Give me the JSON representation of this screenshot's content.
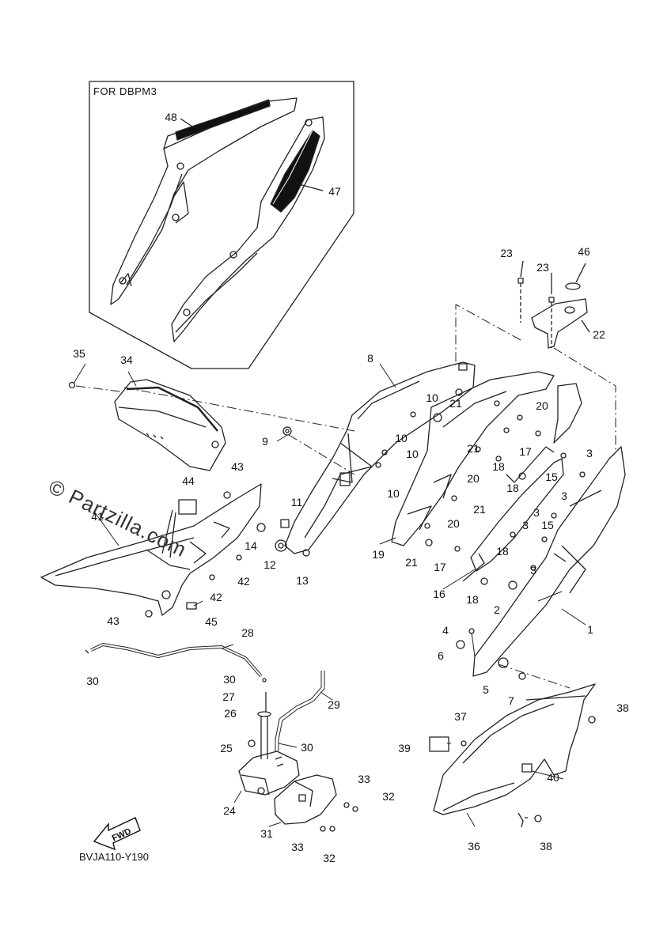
{
  "inset": {
    "title": "FOR DBPM3"
  },
  "watermark": "© Partzilla.com",
  "diagram_code": "BVJA110-Y190",
  "fwd_label": "FWD",
  "parts": [
    {
      "n": "48"
    },
    {
      "n": "47"
    },
    {
      "n": "23"
    },
    {
      "n": "23"
    },
    {
      "n": "46"
    },
    {
      "n": "22"
    },
    {
      "n": "35"
    },
    {
      "n": "34"
    },
    {
      "n": "8"
    },
    {
      "n": "10"
    },
    {
      "n": "21"
    },
    {
      "n": "20"
    },
    {
      "n": "10"
    },
    {
      "n": "10"
    },
    {
      "n": "21"
    },
    {
      "n": "17"
    },
    {
      "n": "3"
    },
    {
      "n": "9"
    },
    {
      "n": "18"
    },
    {
      "n": "15"
    },
    {
      "n": "20"
    },
    {
      "n": "18"
    },
    {
      "n": "10"
    },
    {
      "n": "21"
    },
    {
      "n": "3"
    },
    {
      "n": "43"
    },
    {
      "n": "44"
    },
    {
      "n": "3"
    },
    {
      "n": "11"
    },
    {
      "n": "20"
    },
    {
      "n": "3"
    },
    {
      "n": "15"
    },
    {
      "n": "41"
    },
    {
      "n": "14"
    },
    {
      "n": "19"
    },
    {
      "n": "18"
    },
    {
      "n": "12"
    },
    {
      "n": "17"
    },
    {
      "n": "21"
    },
    {
      "n": "3"
    },
    {
      "n": "42"
    },
    {
      "n": "42"
    },
    {
      "n": "13"
    },
    {
      "n": "16"
    },
    {
      "n": "18"
    },
    {
      "n": "2"
    },
    {
      "n": "1"
    },
    {
      "n": "43"
    },
    {
      "n": "45"
    },
    {
      "n": "28"
    },
    {
      "n": "4"
    },
    {
      "n": "6"
    },
    {
      "n": "30"
    },
    {
      "n": "5"
    },
    {
      "n": "7"
    },
    {
      "n": "30"
    },
    {
      "n": "27"
    },
    {
      "n": "29"
    },
    {
      "n": "26"
    },
    {
      "n": "38"
    },
    {
      "n": "37"
    },
    {
      "n": "25"
    },
    {
      "n": "30"
    },
    {
      "n": "39"
    },
    {
      "n": "40"
    },
    {
      "n": "33"
    },
    {
      "n": "32"
    },
    {
      "n": "24"
    },
    {
      "n": "31"
    },
    {
      "n": "36"
    },
    {
      "n": "38"
    },
    {
      "n": "33"
    },
    {
      "n": "32"
    }
  ]
}
